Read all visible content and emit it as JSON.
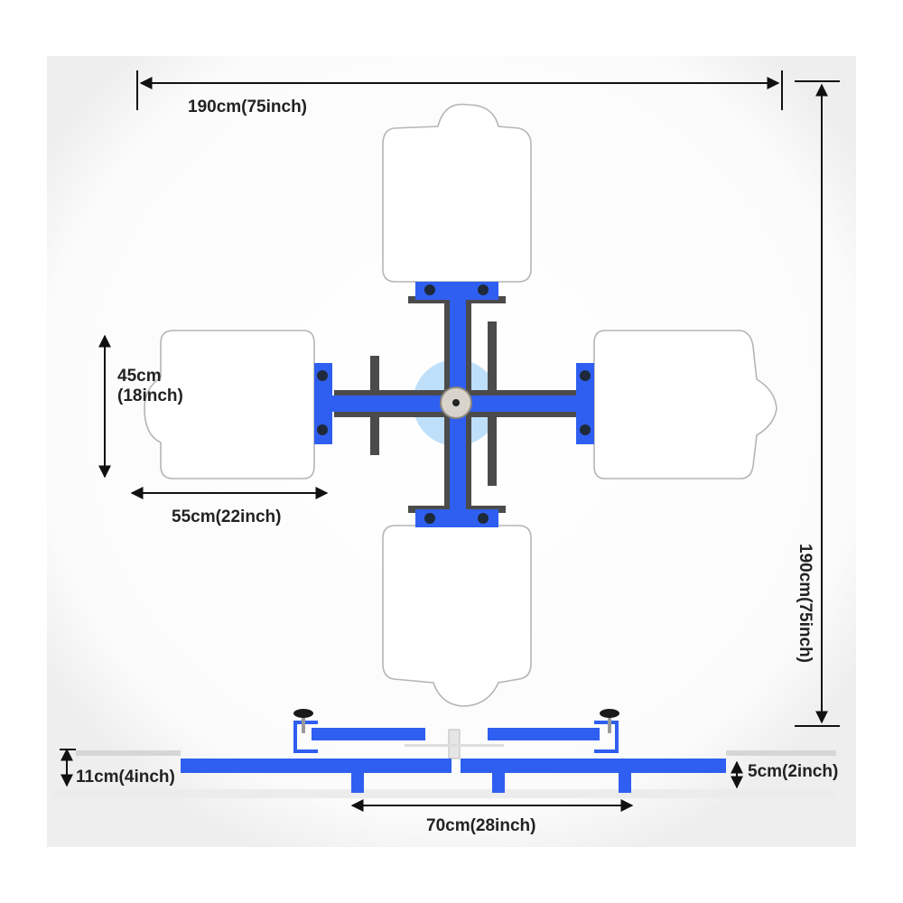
{
  "colors": {
    "frame_blue": "#2f5ff0",
    "arm_gray": "#4b4b4b",
    "platen_outline": "#b5b5b5",
    "hub_glow": "#a8d4f7",
    "dimension_line": "#111111",
    "knob": "#1a1a1a"
  },
  "dimensions": {
    "overall_width": "190cm(75inch)",
    "overall_height": "190cm(75inch)",
    "platen_height_line1": "45cm",
    "platen_height_line2": "(18inch)",
    "platen_width": "55cm(22inch)",
    "machine_height": "11cm(4inch)",
    "leg_height": "5cm(2inch)",
    "leg_spacing": "70cm(28inch)"
  },
  "parts": {
    "platens": 4,
    "arms": 4,
    "center_hub_icon": "rotating-hub-icon",
    "clamp_icon": "clamp-knob-icon"
  }
}
